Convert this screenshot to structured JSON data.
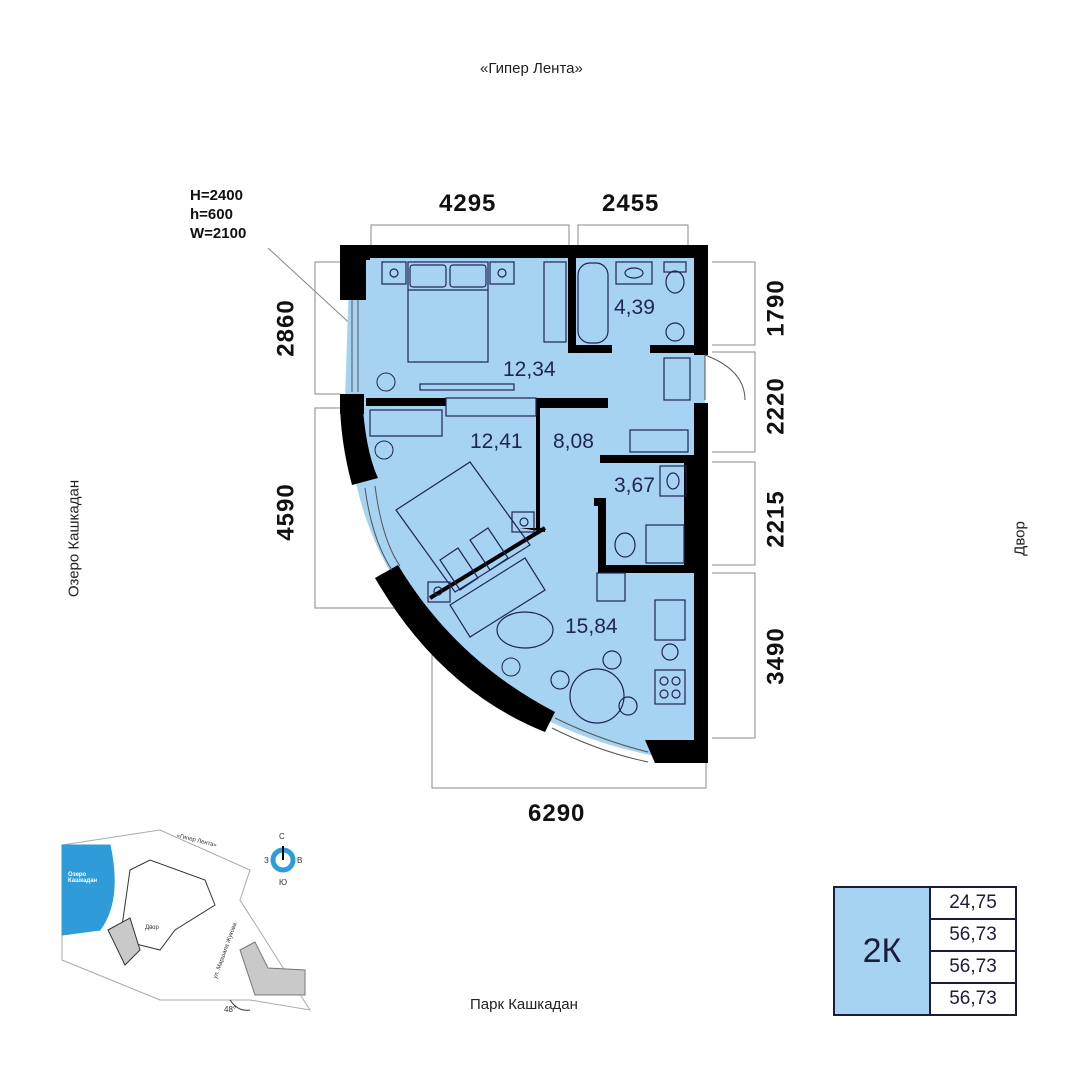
{
  "header": {
    "top_label": "«Гипер Лента»"
  },
  "sides": {
    "left": "Озеро Кашкадан",
    "right": "Двор",
    "bottom": "Парк Кашкадан"
  },
  "window_spec": {
    "H": "H=2400",
    "h": "h=600",
    "W": "W=2100"
  },
  "dimensions": {
    "top_left": "4295",
    "top_right": "2455",
    "left_upper": "2860",
    "left_lower": "4590",
    "right_1": "1790",
    "right_2": "2220",
    "right_3": "2215",
    "right_4": "3490",
    "bottom": "6290"
  },
  "rooms": {
    "bedroom_1": "12,34",
    "bath": "4,39",
    "bedroom_2": "12,41",
    "hall": "8,08",
    "wc": "3,67",
    "kitchen_living": "15,84"
  },
  "minimap": {
    "lake": "Озеро\nКашкадан",
    "store": "«Гипер Лента»",
    "yard": "Двор",
    "street": "ул. Маршала Жукова",
    "angle": "48°"
  },
  "compass": {
    "n": "С",
    "s": "Ю",
    "w": "З",
    "e": "В"
  },
  "summary": {
    "type": "2К",
    "values": [
      "24,75",
      "56,73",
      "56,73",
      "56,73"
    ]
  },
  "colors": {
    "floor": "#a6d3f1",
    "wall": "#000000",
    "text": "#1f2457",
    "lake": "#2f9bd8",
    "building": "#c9c9c9"
  }
}
